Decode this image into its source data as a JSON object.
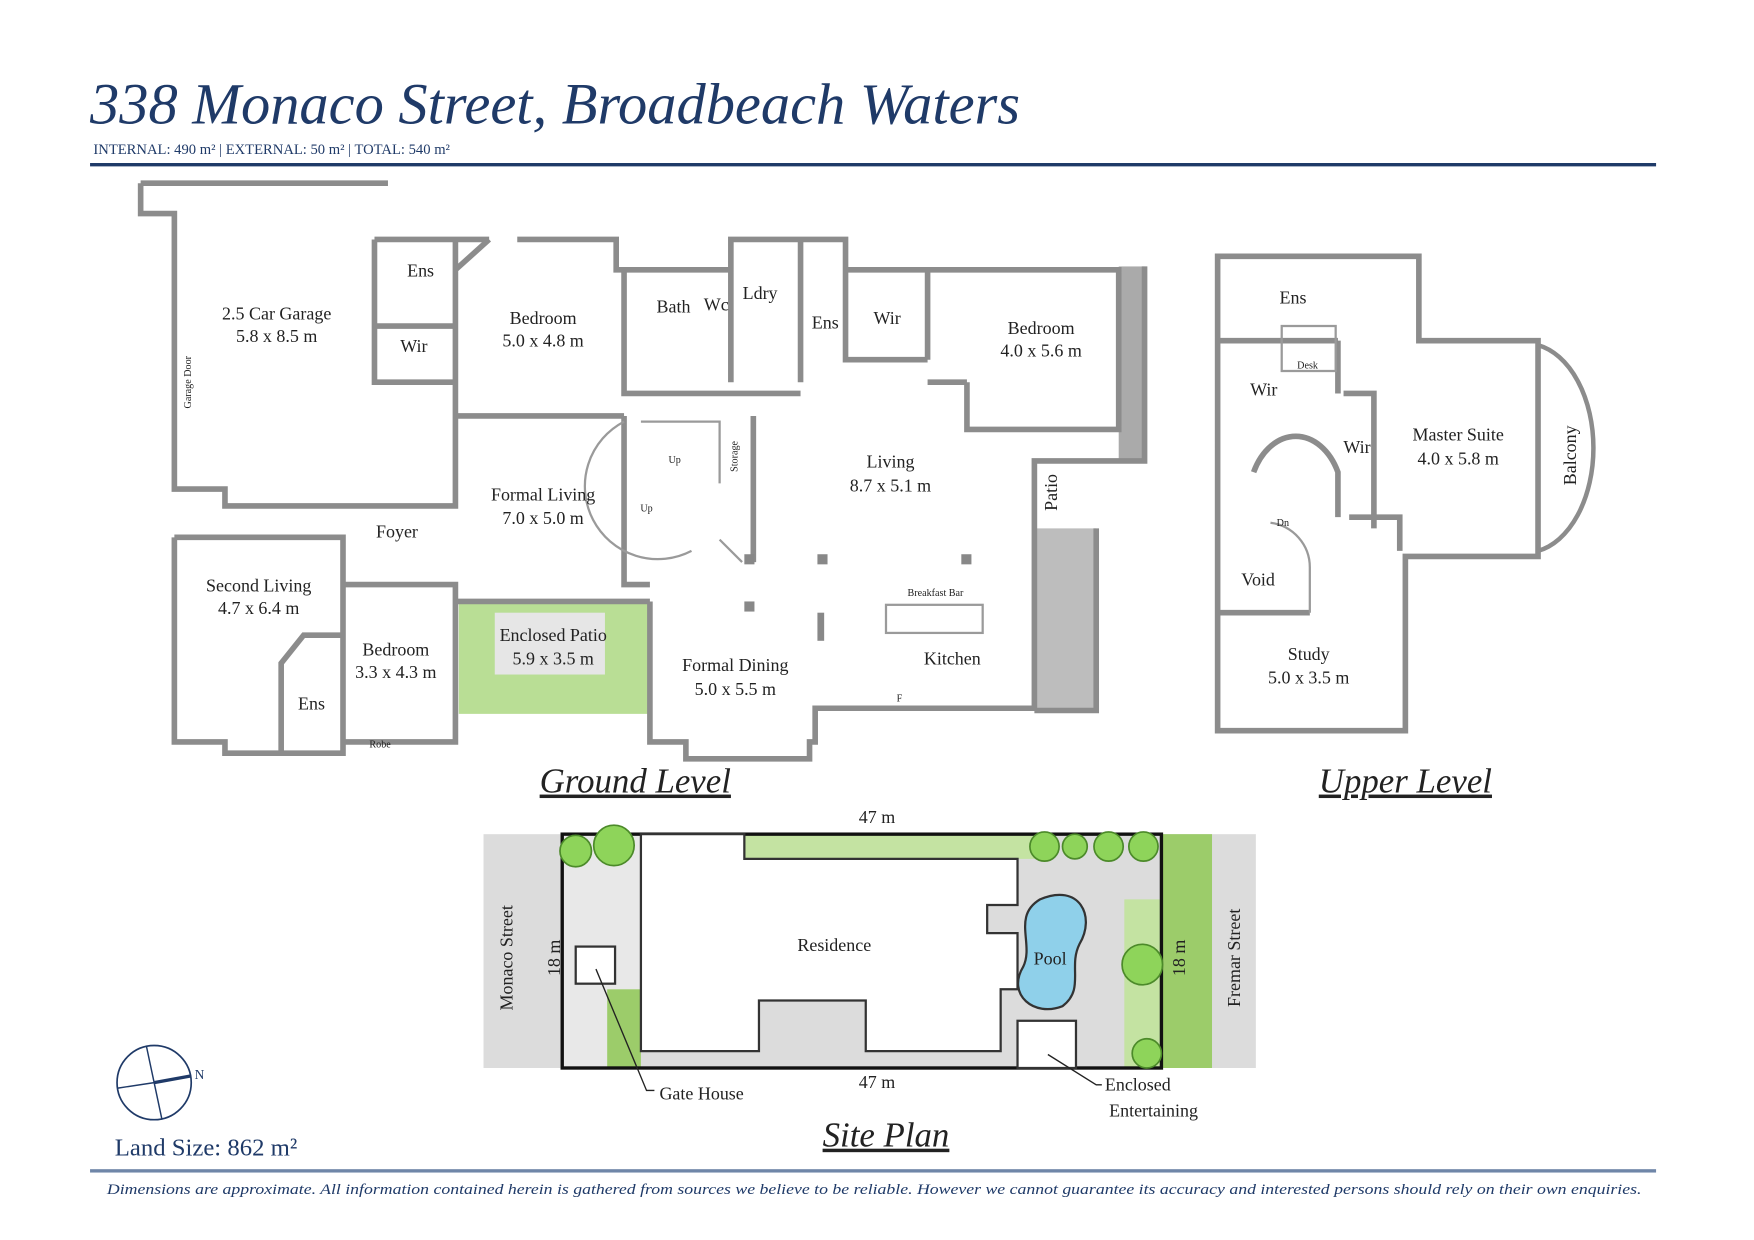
{
  "header": {
    "title": "338 Monaco Street, Broadbeach Waters",
    "areas": "INTERNAL: 490 m² | EXTERNAL: 50 m² | TOTAL: 540 m²"
  },
  "ground_level": {
    "label": "Ground Level",
    "rooms": [
      {
        "name": "2.5 Car Garage",
        "size": "5.8 x 8.5 m"
      },
      {
        "name": "Ens"
      },
      {
        "name": "Wir"
      },
      {
        "name": "Bedroom",
        "size": "5.0 x 4.8 m"
      },
      {
        "name": "Bath"
      },
      {
        "name": "Wc"
      },
      {
        "name": "Ldry"
      },
      {
        "name": "Ens"
      },
      {
        "name": "Wir"
      },
      {
        "name": "Bedroom",
        "size": "4.0 x 5.6 m"
      },
      {
        "name": "Formal Living",
        "size": "7.0 x 5.0 m"
      },
      {
        "name": "Living",
        "size": "8.7 x 5.1 m"
      },
      {
        "name": "Foyer"
      },
      {
        "name": "Second Living",
        "size": "4.7 x 6.4 m"
      },
      {
        "name": "Bedroom",
        "size": "3.3 x 4.3 m"
      },
      {
        "name": "Ens"
      },
      {
        "name": "Enclosed Patio",
        "size": "5.9 x 3.5 m"
      },
      {
        "name": "Formal Dining",
        "size": "5.0 x 5.5 m"
      },
      {
        "name": "Kitchen"
      },
      {
        "name": "Patio"
      }
    ],
    "annotations": {
      "garage_door": "Garage Door",
      "storage": "Storage",
      "up1": "Up",
      "up2": "Up",
      "breakfast_bar": "Breakfast Bar",
      "robe": "Robe",
      "fridge": "F"
    }
  },
  "upper_level": {
    "label": "Upper Level",
    "rooms": [
      {
        "name": "Ens"
      },
      {
        "name": "Wir"
      },
      {
        "name": "Wir"
      },
      {
        "name": "Master Suite",
        "size": "4.0 x 5.8 m"
      },
      {
        "name": "Balcony"
      },
      {
        "name": "Void"
      },
      {
        "name": "Study",
        "size": "5.0 x 3.5 m"
      }
    ],
    "annotations": {
      "desk": "Desk",
      "down": "Dn"
    }
  },
  "site_plan": {
    "label": "Site Plan",
    "top_dim": "47 m",
    "bottom_dim": "47 m",
    "left_dim": "18 m",
    "right_dim": "18 m",
    "left_street": "Monaco Street",
    "right_street": "Fremar Street",
    "residence": "Residence",
    "pool": "Pool",
    "gate_house": "Gate House",
    "enclosed_entertaining_1": "Enclosed",
    "enclosed_entertaining_2": "Entertaining"
  },
  "compass": {
    "north": "N"
  },
  "land_size": "Land Size: 862 m²",
  "disclaimer": "Dimensions are approximate.  All information contained herein is gathered from sources we believe to be reliable.  However we cannot guarantee its accuracy and interested persons should rely on their own enquiries.",
  "colors": {
    "navy": "#1f3a68",
    "wall": "#8c8c8c",
    "green": "#9ccc6a",
    "pool": "#8fd0ea"
  }
}
